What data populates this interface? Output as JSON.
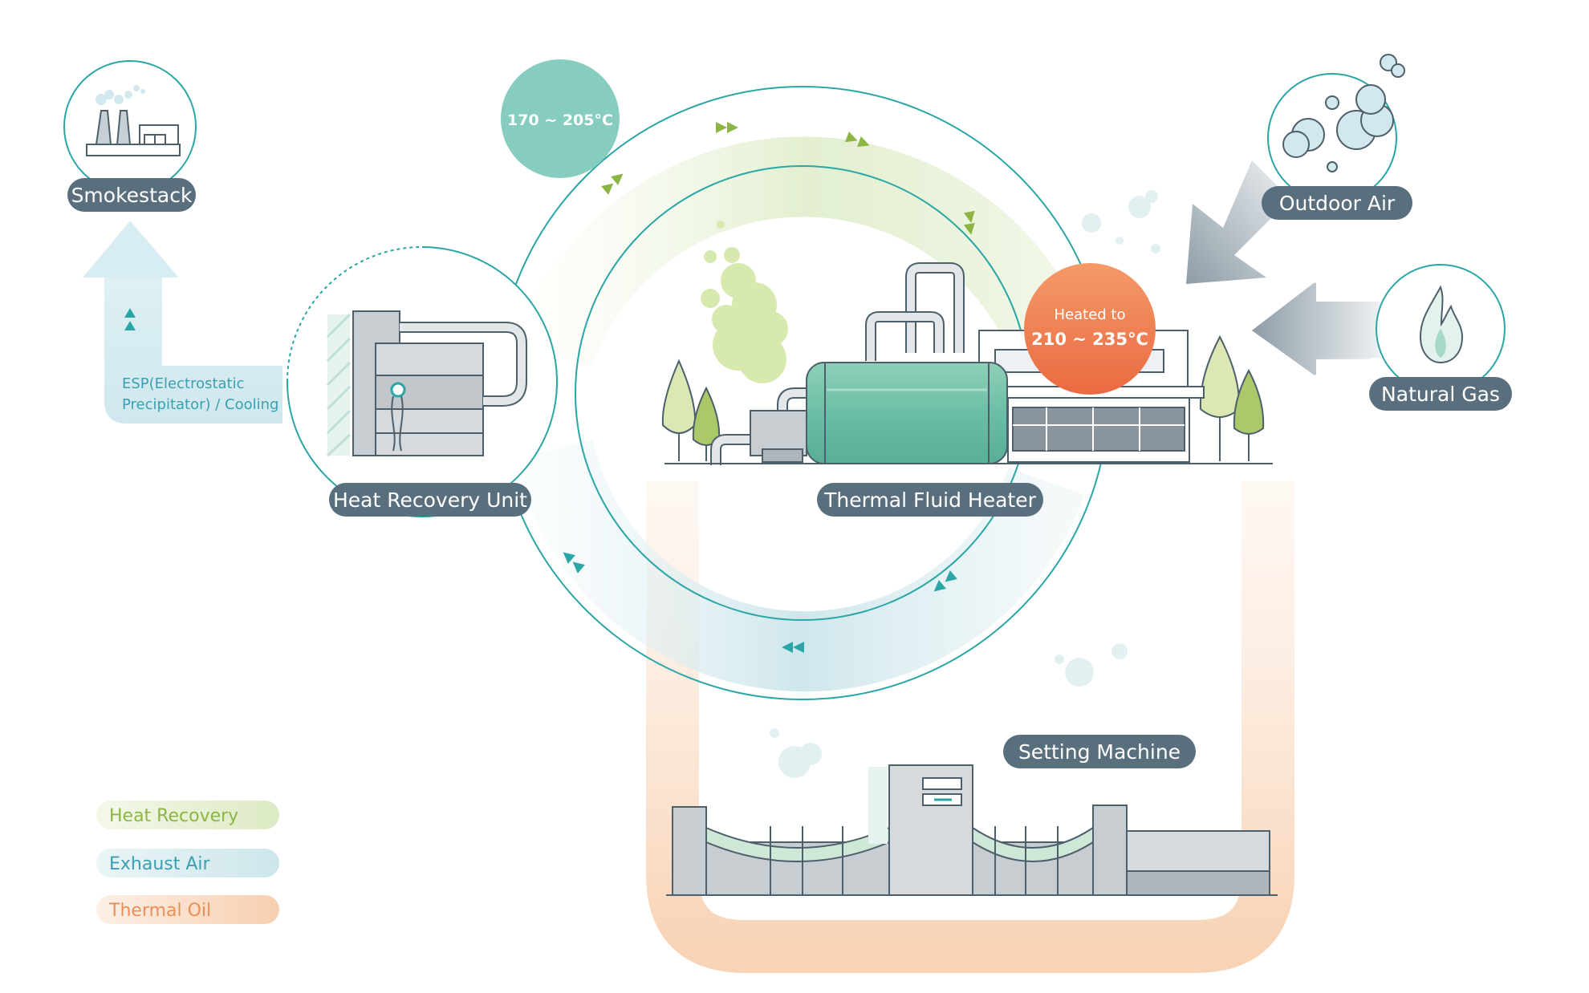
{
  "nodes": {
    "smokestack": "Smokestack",
    "outdoor_air": "Outdoor Air",
    "natural_gas": "Natural Gas",
    "heat_recovery_unit": "Heat Recovery Unit",
    "thermal_fluid_heater": "Thermal Fluid Heater",
    "setting_machine": "Setting Machine"
  },
  "annotations": {
    "esp_line1": "ESP(Electrostatic",
    "esp_line2": "Precipitator) / Cooling",
    "temp_low": "170 ~ 205°C",
    "heated_to": "Heated to",
    "temp_high": "210 ~ 235°C"
  },
  "legend": [
    {
      "label": "Heat Recovery",
      "color": "#8cb544"
    },
    {
      "label": "Exhaust Air",
      "color": "#3a9fb0"
    },
    {
      "label": "Thermal Oil",
      "color": "#ec8e59"
    }
  ],
  "colors": {
    "pill": "#5a6f7d",
    "teal": "#2aa6a6",
    "teal_circle": "#86cdc0",
    "orange_circle": "#ec7146",
    "green": "#8cb544"
  }
}
